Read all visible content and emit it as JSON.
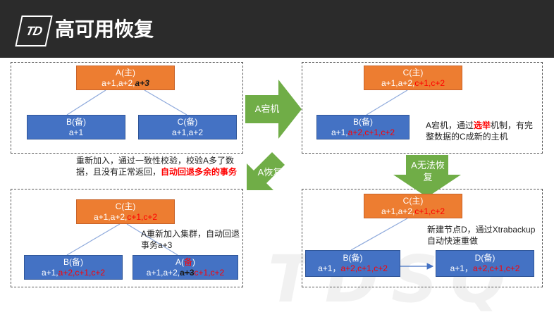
{
  "header": {
    "logo_text": "TD",
    "title": "高可用恢复"
  },
  "watermark": "TDSQ",
  "panel_tl": {
    "master_title": "A(主)",
    "master_pre": "a+1,a+2,",
    "master_extra": "a+3",
    "b_title": "B(备)",
    "b_value": "a+1",
    "c_title": "C(备)",
    "c_value": "a+1,a+2",
    "note_pre": "重新加入，通过一致性校验，校验A多了数据，且没有正常返回，",
    "note_hl": "自动回退多余的事务"
  },
  "panel_tr": {
    "master_title": "C(主)",
    "master_pre": "a+1,a+2,",
    "master_red": "c+1,c+2",
    "b_title": "B(备)",
    "b_pre": "a+1,",
    "b_red": "a+2,c+1,c+2",
    "note_pre": "A宕机，通过",
    "note_hl": "选举",
    "note_post": "机制，有完整数据的C成新的主机"
  },
  "panel_bl": {
    "master_title": "C(主)",
    "master_pre": "a+1,a+2,",
    "master_red": "c+1,c+2",
    "note": "A重新加入集群，自动回退事务a+3",
    "b_title": "B(备)",
    "b_pre": "a+1,",
    "b_red": "a+2,c+1,c+2",
    "a_title_pre": "A(",
    "a_title_red": "备",
    "a_title_post": ")",
    "a_pre": "a+1,a+2,",
    "a_strike": "a+3",
    "a_red": "c+1,c+2"
  },
  "panel_br": {
    "master_title": "C(主)",
    "master_pre": "a+1,a+2,",
    "master_red": "c+1,c+2",
    "note": "新建节点D，通过Xtrabackup自动快速重做",
    "b_title": "B(备)",
    "b_pre": "a+1，",
    "b_red": "a+2,c+1,c+2",
    "d_title": "D(备)",
    "d_pre": "a+1，",
    "d_red": "a+2,c+1,c+2"
  },
  "arrows": {
    "down_time": "A宕机",
    "recover": "A恢复",
    "fail": "A无法恢复"
  },
  "colors": {
    "orange": "#ed7d31",
    "blue": "#4472c4",
    "green": "#70ad47",
    "header": "#2b2b2b",
    "highlight": "#ff0000"
  }
}
